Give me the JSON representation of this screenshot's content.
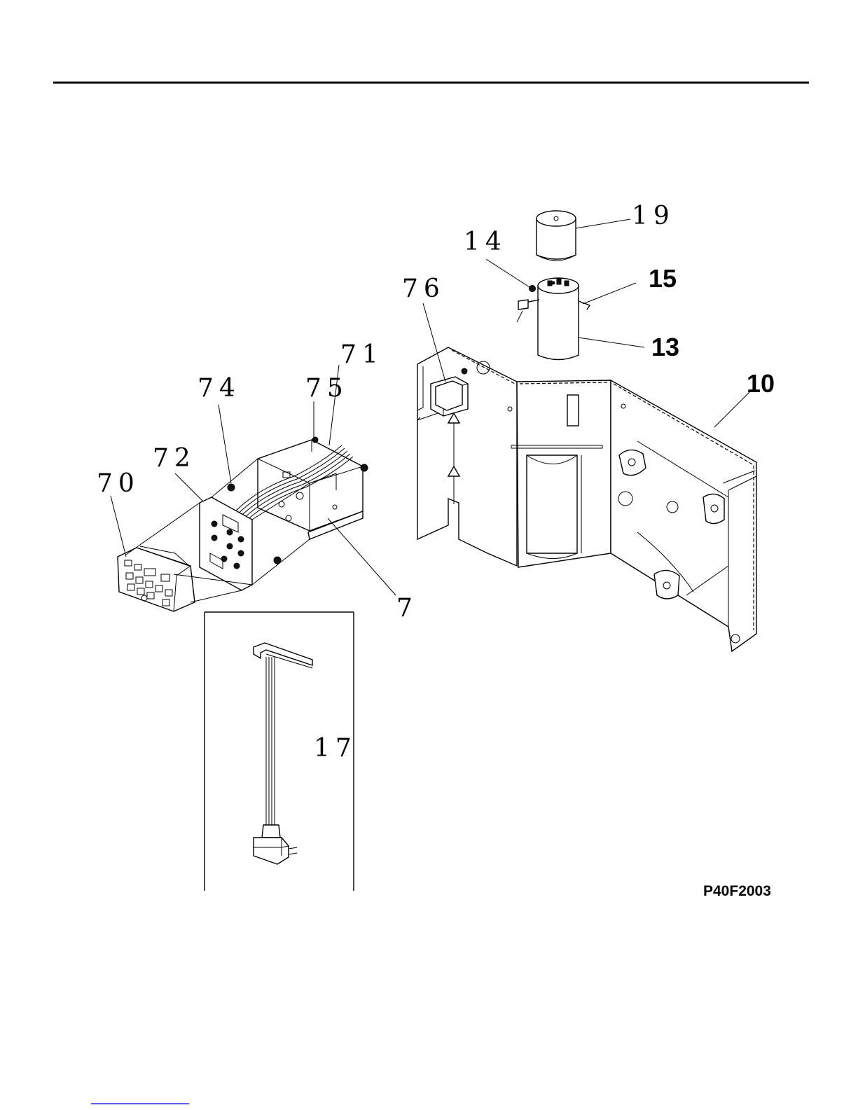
{
  "diagram": {
    "code": "P40F2003",
    "callouts": [
      {
        "id": "19",
        "style": "serif"
      },
      {
        "id": "14",
        "style": "serif"
      },
      {
        "id": "15",
        "style": "bold"
      },
      {
        "id": "13",
        "style": "bold"
      },
      {
        "id": "76",
        "style": "serif"
      },
      {
        "id": "10",
        "style": "bold"
      },
      {
        "id": "71",
        "style": "serif"
      },
      {
        "id": "75",
        "style": "serif"
      },
      {
        "id": "74",
        "style": "serif"
      },
      {
        "id": "72",
        "style": "serif"
      },
      {
        "id": "70",
        "style": "serif"
      },
      {
        "id": "7",
        "style": "serif"
      },
      {
        "id": "17",
        "style": "serif"
      }
    ]
  }
}
